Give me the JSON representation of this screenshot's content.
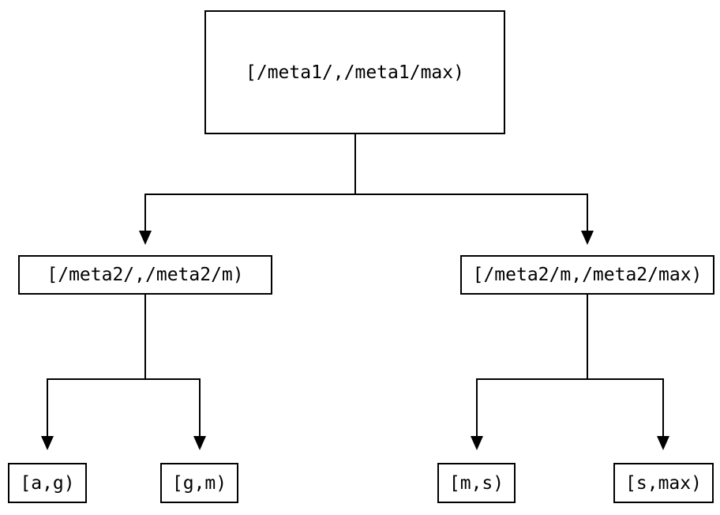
{
  "diagram": {
    "type": "tree",
    "colors": {
      "background": "#ffffff",
      "line": "#000000",
      "box_border": "#000000",
      "text": "#000000"
    },
    "nodes": {
      "root": {
        "label": "[/meta1/,/meta1/max)"
      },
      "left": {
        "label": "[/meta2/,/meta2/m)"
      },
      "right": {
        "label": "[/meta2/m,/meta2/max)"
      },
      "leaf_ag": {
        "label": "[a,g)"
      },
      "leaf_gm": {
        "label": "[g,m)"
      },
      "leaf_ms": {
        "label": "[m,s)"
      },
      "leaf_smax": {
        "label": "[s,max)"
      }
    },
    "edges": [
      {
        "from": "root",
        "to": "left"
      },
      {
        "from": "root",
        "to": "right"
      },
      {
        "from": "left",
        "to": "leaf_ag"
      },
      {
        "from": "left",
        "to": "leaf_gm"
      },
      {
        "from": "right",
        "to": "leaf_ms"
      },
      {
        "from": "right",
        "to": "leaf_smax"
      }
    ]
  }
}
